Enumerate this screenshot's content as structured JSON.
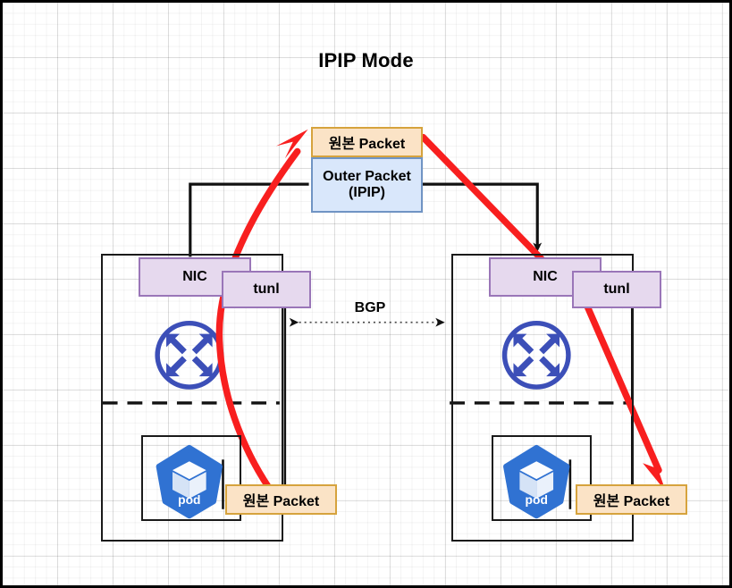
{
  "diagram": {
    "title": "IPIP Mode",
    "colors": {
      "orange_fill": "#fbe3c6",
      "orange_stroke": "#d6a33d",
      "blue_fill": "#d9e7fb",
      "blue_stroke": "#7094c4",
      "iface_fill": "#e6d9ee",
      "iface_stroke": "#9a76b8",
      "packet_path": "#f81f1f",
      "node_stroke": "#1a1a1a",
      "router_blue": "#3c4fb8",
      "pod_blue": "#3072d2"
    },
    "packet_stack": {
      "inner_label": "원본 Packet",
      "outer_label_line1": "Outer Packet",
      "outer_label_line2": "(IPIP)"
    },
    "peering": {
      "label": "BGP",
      "arrow": "bidirectional-dotted"
    },
    "nodes": [
      {
        "side": "left",
        "nic_label": "NIC",
        "tunnel_label": "tunl",
        "router_icon": "router-icon",
        "pod_icon": "pod-icon",
        "pod_caption": "pod",
        "packet_label": "원본 Packet"
      },
      {
        "side": "right",
        "nic_label": "NIC",
        "tunnel_label": "tunl",
        "router_icon": "router-icon",
        "pod_icon": "pod-icon",
        "pod_caption": "pod",
        "packet_label": "원본 Packet"
      }
    ]
  }
}
